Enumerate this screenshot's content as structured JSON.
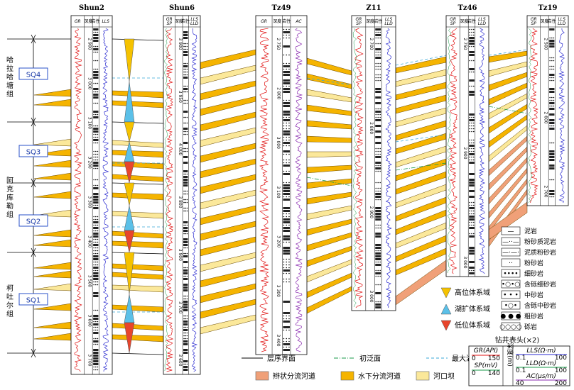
{
  "wells": [
    {
      "name": "Shun2",
      "headers": [
        "GR",
        "深度",
        "岩性",
        "LLS"
      ],
      "depth_labels": [
        "2 900",
        "3 000",
        "3 100",
        "3 200",
        "3 300",
        "3 400",
        "3 500",
        "3 600",
        "3 700"
      ]
    },
    {
      "name": "Shun6",
      "headers": [
        "GR\nSP",
        "深度",
        "岩性",
        "LLS\nLLD"
      ],
      "depth_labels": [
        "3 900",
        "3 950",
        "4 000",
        "3 800",
        "3 900",
        "3 700",
        "3 600"
      ]
    },
    {
      "name": "Tz49",
      "headers": [
        "GR",
        "深度",
        "岩性",
        "AC"
      ],
      "depth_labels": [
        "2 750",
        "2 800",
        "3 000",
        "3 100",
        "3 200",
        "3 300",
        "3 400"
      ]
    },
    {
      "name": "Z11",
      "headers": [
        "GR\nSP",
        "深度",
        "岩性",
        "LLS\nLLD"
      ],
      "depth_labels": [
        "2 700",
        "2 800",
        "2 900",
        "3 000"
      ]
    },
    {
      "name": "Tz46",
      "headers": [
        "GR\nSP",
        "深度",
        "岩性",
        "LLS\nLLD"
      ],
      "depth_labels": [
        "2 750",
        "2 900",
        "3 000"
      ]
    },
    {
      "name": "Tz19",
      "headers": [
        "GR\nSP",
        "深度",
        "岩性",
        "LLS\nLLD"
      ],
      "depth_labels": [
        "2 500",
        "2 600",
        "2 700"
      ]
    }
  ],
  "formations": [
    {
      "name": "哈拉哈塘组",
      "lines": [
        "哈",
        "拉",
        "哈",
        "塘",
        "组"
      ]
    },
    {
      "name": "阿克库勒组",
      "lines": [
        "阿",
        "克",
        "库",
        "勒",
        "组"
      ]
    },
    {
      "name": "柯吐尔组",
      "lines": [
        "柯",
        "吐",
        "尔",
        "组"
      ]
    }
  ],
  "sequences": [
    "SQ4",
    "SQ3",
    "SQ2",
    "SQ1"
  ],
  "systems_tract_legend": [
    {
      "label": "高位体系域",
      "color": "#f5c200"
    },
    {
      "label": "湖扩体系域",
      "color": "#5bc0e8"
    },
    {
      "label": "低位体系域",
      "color": "#e8452c"
    }
  ],
  "surface_legend": [
    {
      "label": "层序界面",
      "style": "solid",
      "color": "#000000"
    },
    {
      "label": "初泛面",
      "style": "dashdot",
      "color": "#1a9a4a"
    },
    {
      "label": "最大湖泛面",
      "style": "dashed",
      "color": "#38a8d8"
    }
  ],
  "facies_legend": [
    {
      "label": "辫状分流河道",
      "color": "#f0a078"
    },
    {
      "label": "水下分流河道",
      "color": "#f5b400"
    },
    {
      "label": "河口坝",
      "color": "#fbe89a"
    }
  ],
  "lithology_legend": [
    {
      "label": "泥岩",
      "symbol": "—"
    },
    {
      "label": "粉砂质泥岩",
      "symbol": "—··—"
    },
    {
      "label": "泥质粉砂岩",
      "symbol": "—·—·"
    },
    {
      "label": "粉砂岩",
      "symbol": "··"
    },
    {
      "label": "细砂岩",
      "symbol": "••••"
    },
    {
      "label": "含砾细砂岩",
      "symbol": "•○•○"
    },
    {
      "label": "中砂岩",
      "symbol": "• • •"
    },
    {
      "label": "含砾中砂岩",
      "symbol": "•○•"
    },
    {
      "label": "粗砂岩",
      "symbol": "● ● ●"
    },
    {
      "label": "砾岩",
      "symbol": "○○○○"
    }
  ],
  "well_header_key": {
    "title": "钻井表头(×2)",
    "gr": "GR(API)",
    "gr_range": [
      "0",
      "150"
    ],
    "sp": "SP(mV)",
    "sp_range": [
      "0",
      "140"
    ],
    "depth": "深度(m)",
    "lls": "LLS(Ω·m)",
    "lls_range": [
      "0.1",
      "100"
    ],
    "lld": "LLD(Ω·m)",
    "lld_range": [
      "0.1",
      "100"
    ],
    "ac": "AC(μs/m)",
    "ac_range": [
      "40",
      "200"
    ]
  },
  "colors": {
    "gr": "#e01010",
    "resistivity": "#2a2ad0",
    "ac": "#8a2ab0",
    "sand_yellow": "#f5b400",
    "bar_light": "#fbe89a",
    "braided": "#f0a078"
  }
}
